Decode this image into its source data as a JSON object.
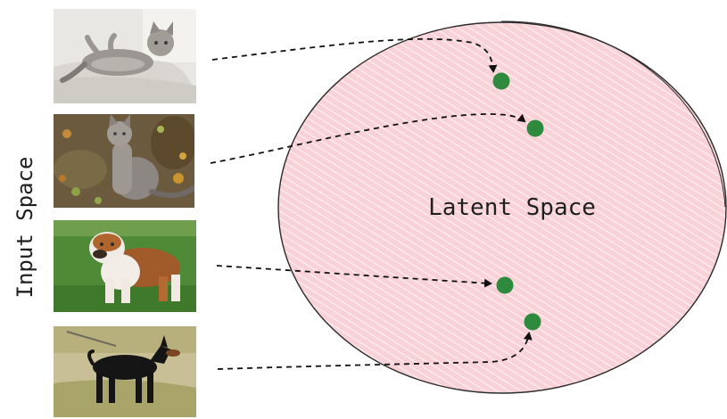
{
  "labels": {
    "input_space": "Input Space",
    "latent_space": "Latent Space"
  },
  "images": [
    {
      "subject": "kitten lying on a white blanket"
    },
    {
      "subject": "tabby cat sitting on autumn leaves"
    },
    {
      "subject": "bulldog standing on grass"
    },
    {
      "subject": "doberman standing in a field"
    }
  ],
  "colors": {
    "latent_fill": "#f9d2d8",
    "latent_hatch": "#ffffff",
    "point": "#2e8b3e",
    "arrow": "#111111"
  }
}
